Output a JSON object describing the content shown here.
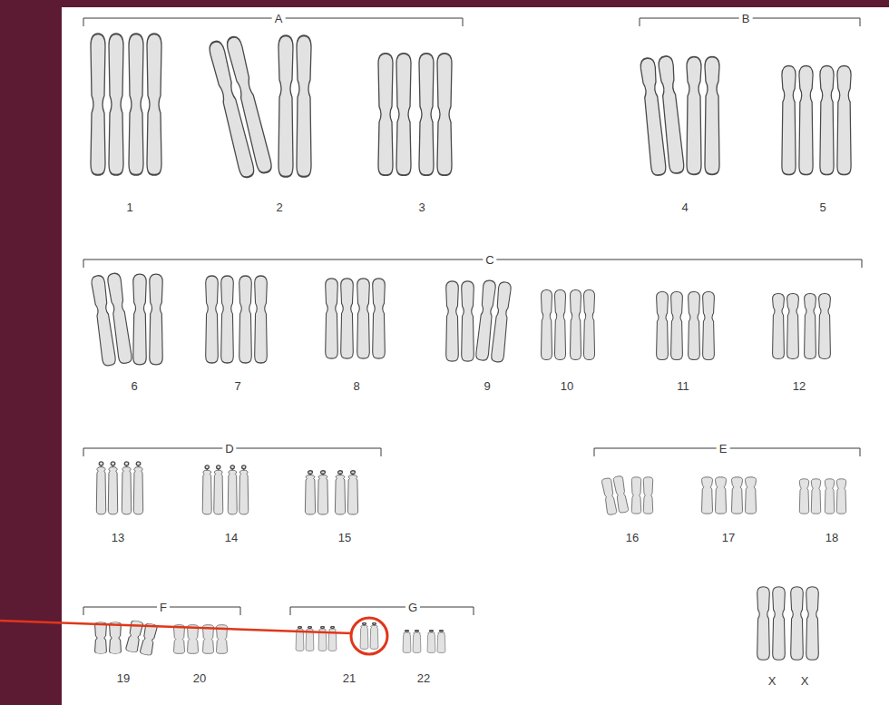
{
  "diagram": {
    "labels": [
      "A",
      "B",
      "1",
      "2",
      "3",
      "4",
      "5",
      "C",
      "6",
      "7",
      "8",
      "9",
      "10",
      "11",
      "12",
      "D",
      "E",
      "13",
      "14",
      "15",
      "16",
      "17",
      "18",
      "F",
      "G",
      "19",
      "20",
      "21",
      "22",
      "X",
      "X"
    ]
  }
}
